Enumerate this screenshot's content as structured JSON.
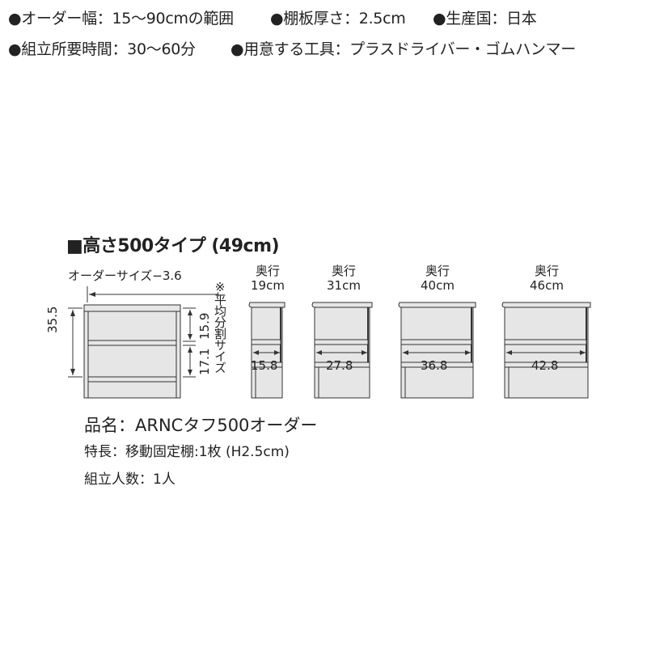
{
  "specs": {
    "line1": [
      "●オーダー幅：15〜90cmの範囲",
      "●棚板厚さ：2.5cm",
      "●生産国：日本"
    ],
    "line2": [
      "●組立所要時間：30〜60分",
      "●用意する工具：プラスドライバー・ゴムハンマー"
    ]
  },
  "section": {
    "title": "■高さ500タイプ (49cm)"
  },
  "front_view": {
    "width_label": "オーダーサイズ−3.6",
    "height_total": "35.5",
    "upper_height": "15.9",
    "lower_height": "17.1",
    "note_vertical": "※平均分割サイズ"
  },
  "depth_views": [
    {
      "label": "奥行",
      "depth": "19cm",
      "inner": "15.8"
    },
    {
      "label": "奥行",
      "depth": "31cm",
      "inner": "27.8"
    },
    {
      "label": "奥行",
      "depth": "40cm",
      "inner": "36.8"
    },
    {
      "label": "奥行",
      "depth": "46cm",
      "inner": "42.8"
    }
  ],
  "product": {
    "name": "品名：ARNCタフ500オーダー",
    "feature": "特長：移動固定棚:1枚 (H2.5cm)",
    "assembly_people": "組立人数：1人"
  },
  "colors": {
    "panel_fill": "#e6e6e6",
    "line": "#333333",
    "text": "#222222"
  }
}
